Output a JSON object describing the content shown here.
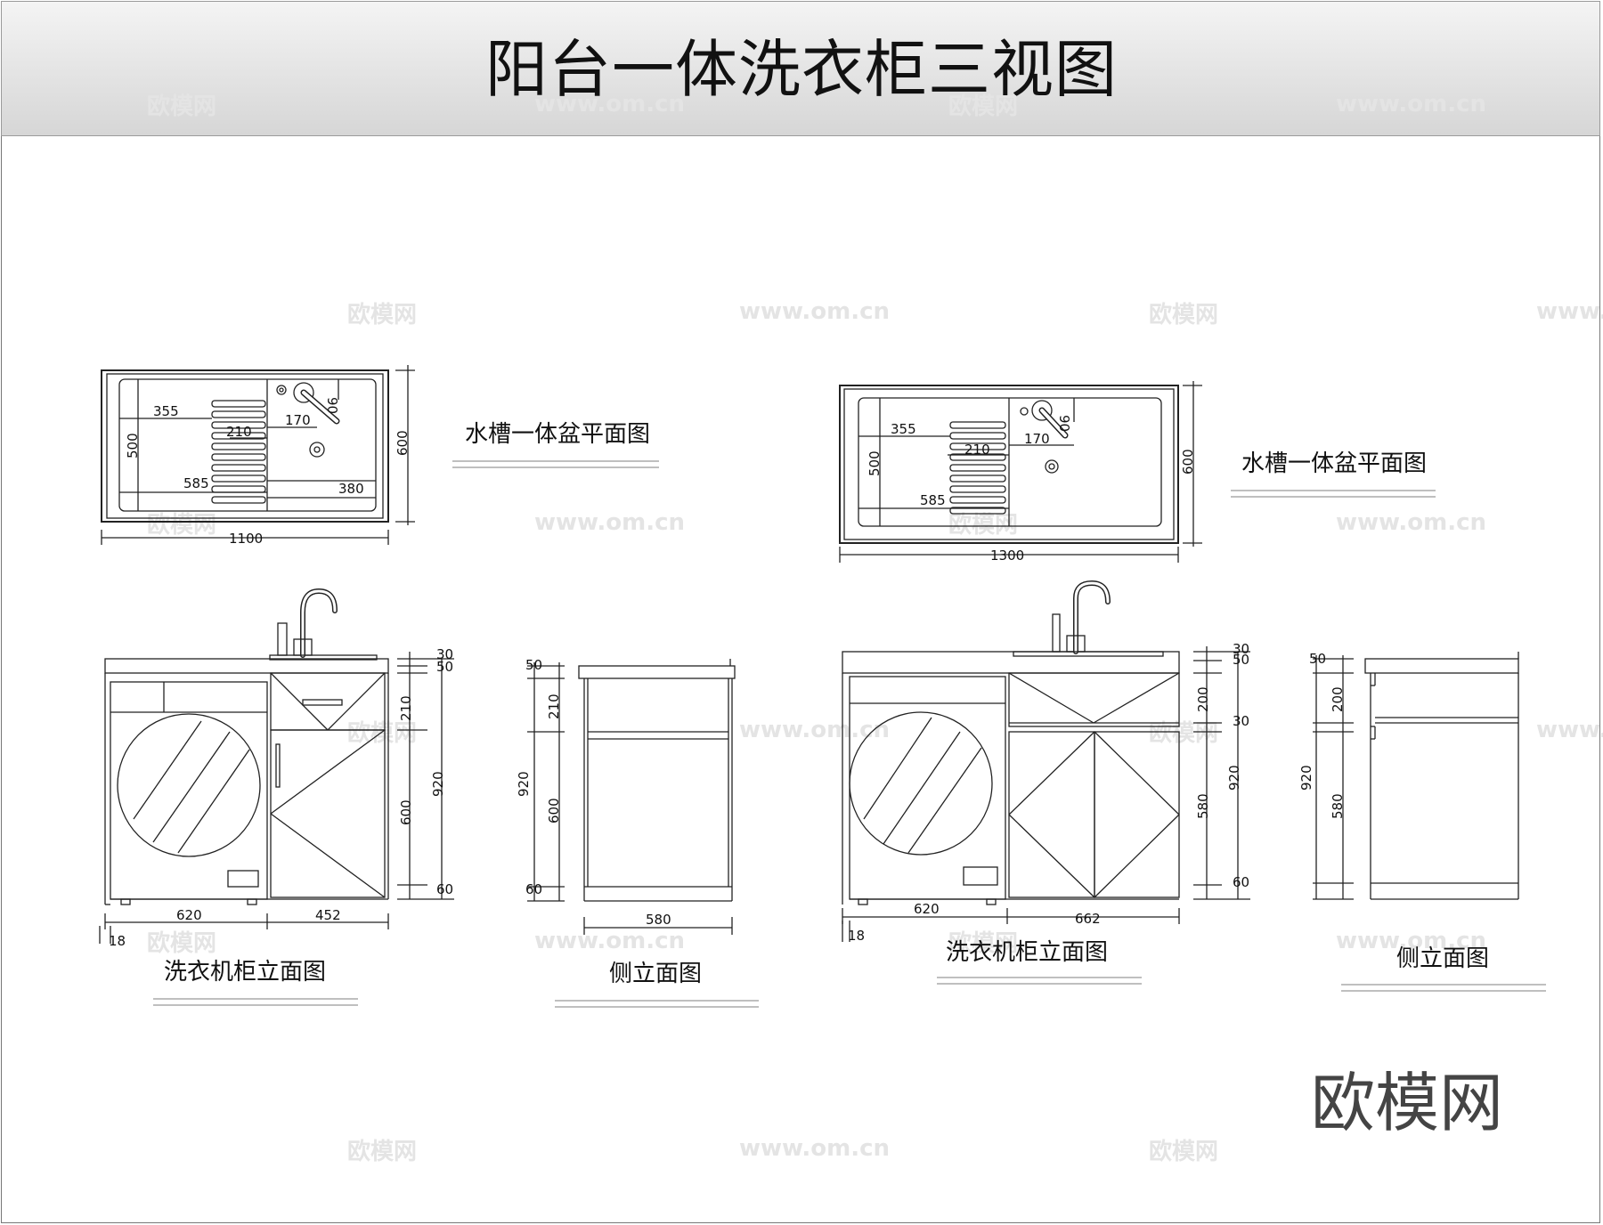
{
  "title": "阳台一体洗衣柜三视图",
  "brand": "欧模网",
  "watermarks": {
    "cn": "欧模网",
    "url": "www.om.cn"
  },
  "left_set": {
    "plan": {
      "label": "水槽一体盆平面图",
      "width": "1100",
      "depth": "600",
      "d_355": "355",
      "d_210": "210",
      "d_585": "585",
      "d_170": "170",
      "d_90": "90",
      "d_500": "500",
      "d_380": "380"
    },
    "front": {
      "label": "洗衣机柜立面图",
      "w_620": "620",
      "w_452": "452",
      "d_18": "18",
      "h_30": "30",
      "h_50": "50",
      "h_210": "210",
      "h_600": "600",
      "h_60": "60",
      "h_920": "920"
    },
    "side": {
      "label": "侧立面图",
      "w_580": "580",
      "h_50": "50",
      "h_210": "210",
      "h_600": "600",
      "h_60": "60",
      "h_920": "920"
    }
  },
  "right_set": {
    "plan": {
      "label": "水槽一体盆平面图",
      "width": "1300",
      "depth": "600",
      "d_355": "355",
      "d_210": "210",
      "d_585": "585",
      "d_170": "170",
      "d_90": "90",
      "d_500": "500"
    },
    "front": {
      "label": "洗衣机柜立面图",
      "w_620": "620",
      "w_662": "662",
      "d_18": "18",
      "h_30": "30",
      "h_50": "50",
      "h_200": "200",
      "h_30b": "30",
      "h_580": "580",
      "h_60": "60",
      "h_920": "920"
    },
    "side": {
      "label": "侧立面图",
      "h_50": "50",
      "h_200": "200",
      "h_580": "580",
      "h_920": "920"
    }
  }
}
